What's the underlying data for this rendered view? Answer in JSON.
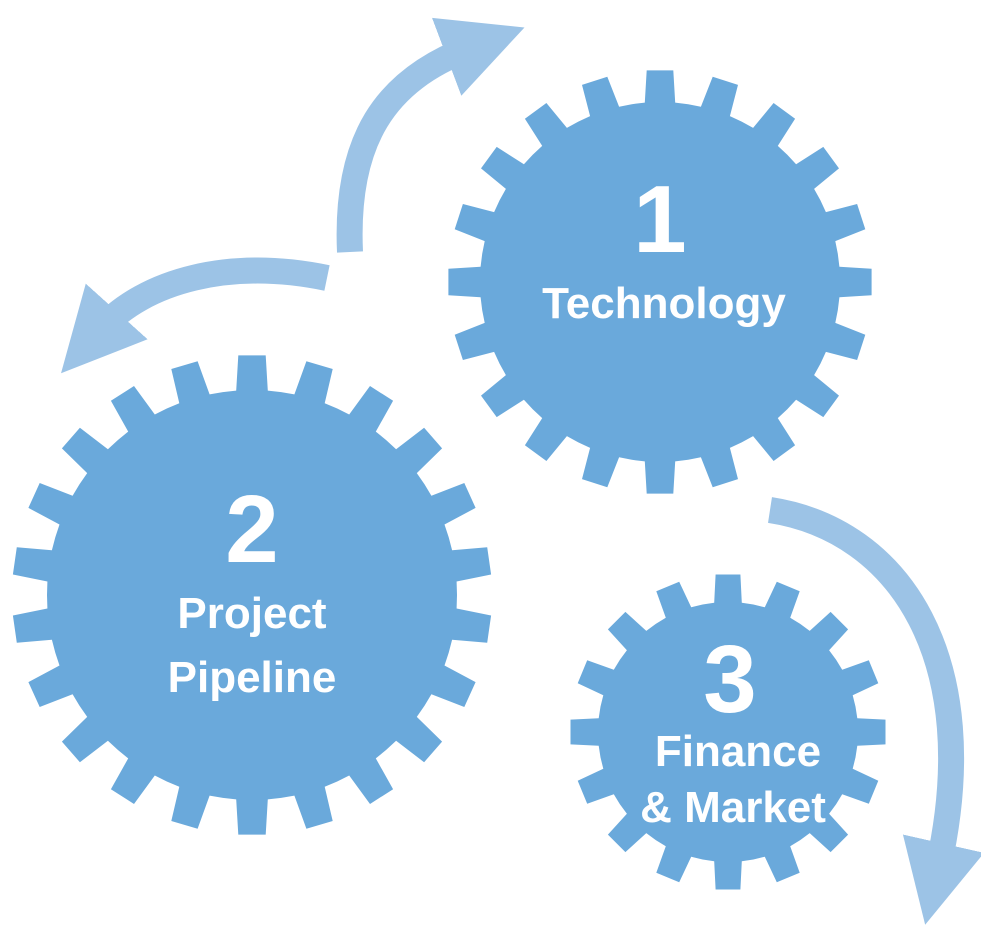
{
  "colors": {
    "gear": "#6AA9DB",
    "arrow": "#9CC3E6",
    "text": "#FFFFFF",
    "background": "#FFFFFF"
  },
  "gears": [
    {
      "number": "1",
      "lines": [
        "Technology"
      ]
    },
    {
      "number": "2",
      "lines": [
        "Project",
        "Pipeline"
      ]
    },
    {
      "number": "3",
      "lines": [
        "Finance",
        "& Market"
      ]
    }
  ]
}
